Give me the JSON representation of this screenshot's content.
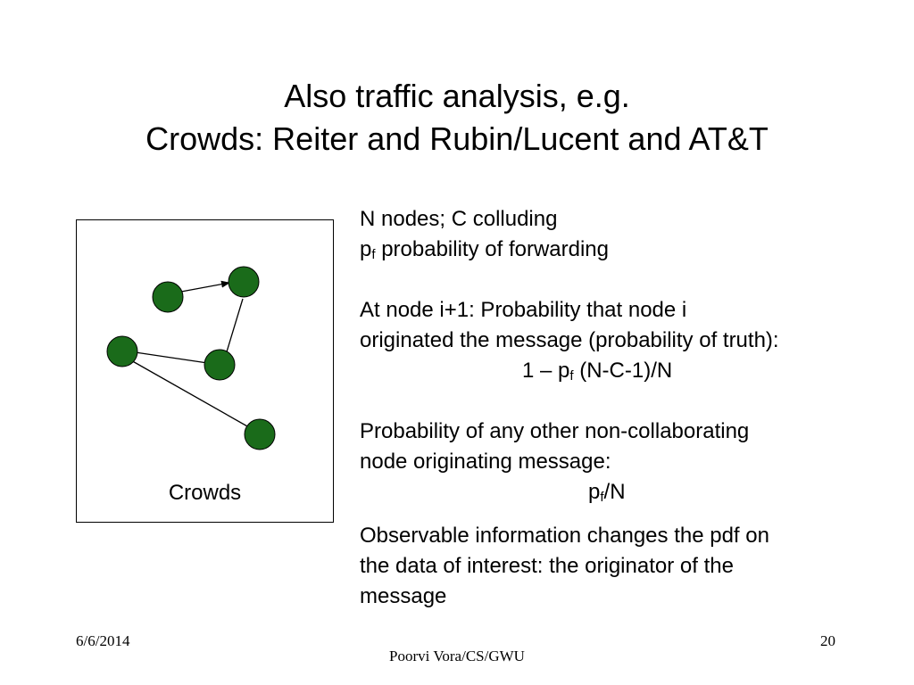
{
  "title": {
    "line1": "Also traffic analysis, e.g.",
    "line2": "Crowds: Reiter and Rubin/Lucent and AT&T"
  },
  "figure": {
    "caption": "Crowds",
    "node_color": "#1a6b1a"
  },
  "body": {
    "line1": "N nodes; C colluding",
    "pf_p": "p",
    "pf_f": "f",
    "line2_rest": " probability of forwarding",
    "line3": "At node i+1: Probability that node i",
    "line4": "originated the message (probability of truth):",
    "formula1_a": "1 – p",
    "formula1_sub": "f",
    "formula1_b": " (N-C-1)/N",
    "line5": "Probability of any other non-collaborating",
    "line6": "node originating message:",
    "formula2_a": "p",
    "formula2_sub": "f",
    "formula2_b": "/N",
    "line7": "Observable information changes the pdf on",
    "line8": "the data of interest: the originator of the",
    "line9": "message"
  },
  "footer": {
    "date": "6/6/2014",
    "author": "Poorvi Vora/CS/GWU",
    "page": "20"
  }
}
